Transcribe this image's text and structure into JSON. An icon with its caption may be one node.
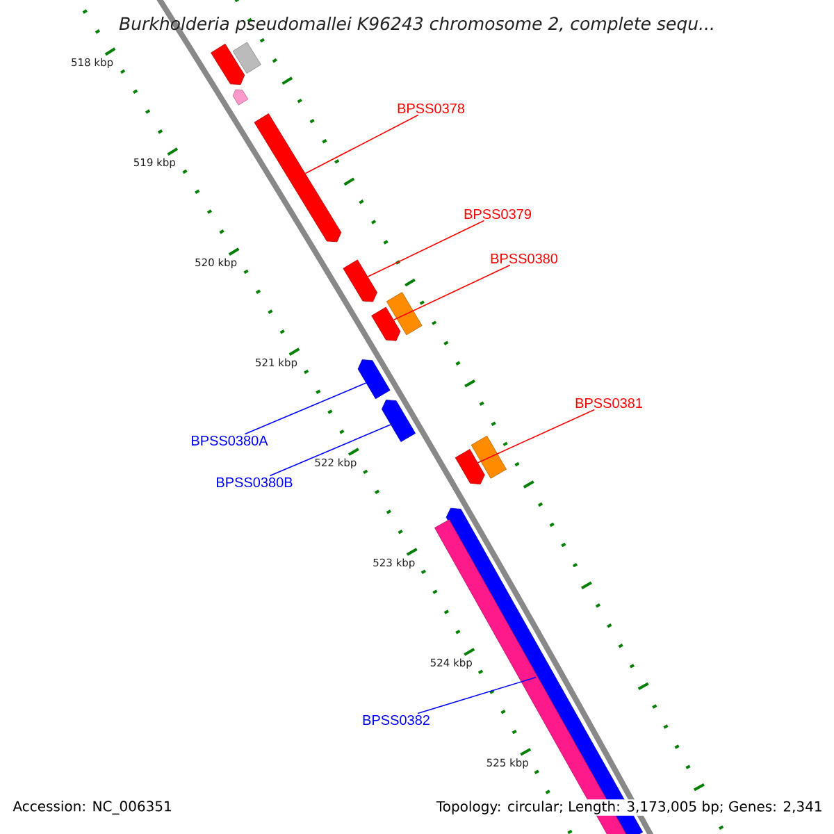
{
  "diagram": {
    "title": "Burkholderia pseudomallei K96243 chromosome 2, complete sequ...",
    "nodes": [
      {
        "text": [],
        "shape": "arrow"
      },
      {
        "text": [],
        "shape": "box"
      },
      {
        "text": [],
        "shape": "arrow"
      },
      {
        "text": [
          "BPSS0378"
        ]
      },
      {
        "text": [],
        "shape": "arrow"
      },
      {
        "text": [
          "BPSS0379"
        ]
      },
      {
        "text": [],
        "shape": "arrow"
      },
      {
        "text": [
          "BPSS0380"
        ]
      },
      {
        "text": [],
        "shape": "box"
      },
      {
        "text": [],
        "shape": "arrow"
      },
      {
        "text": [],
        "shape": "arrow"
      },
      {
        "text": [
          "BPSS0380A"
        ]
      },
      {
        "text": [],
        "shape": "arrow"
      },
      {
        "text": [
          "BPSS0380B"
        ]
      },
      {
        "text": [
          "BPSS0381"
        ]
      },
      {
        "text": [],
        "shape": "box"
      },
      {
        "text": [],
        "shape": "arrow"
      },
      {
        "text": [],
        "shape": "arrow"
      },
      {
        "text": [],
        "shape": "bar"
      },
      {
        "text": [
          "BPSS0382"
        ]
      }
    ],
    "edges": [
      {
        "from": 3,
        "to": 4,
        "arrow": "none"
      },
      {
        "from": 5,
        "to": 6,
        "arrow": "none"
      },
      {
        "from": 7,
        "to": 9,
        "arrow": "none"
      },
      {
        "from": 11,
        "to": 10,
        "arrow": "none",
        "color": "#0000ff"
      },
      {
        "from": 13,
        "to": 12,
        "arrow": "none",
        "color": "#0000ff"
      },
      {
        "from": 14,
        "to": 16,
        "arrow": "none"
      },
      {
        "from": 19,
        "to": 17,
        "arrow": "none",
        "color": "#0000ff"
      }
    ],
    "labels": [
      "518 kbp",
      "519 kbp",
      "520 kbp",
      "521 kbp",
      "522 kbp",
      "523 kbp",
      "524 kbp",
      "525 kbp",
      "Accession: NC_006351",
      "Topology: circular; Length: 3,173,005 bp; Genes: 2,341"
    ]
  }
}
